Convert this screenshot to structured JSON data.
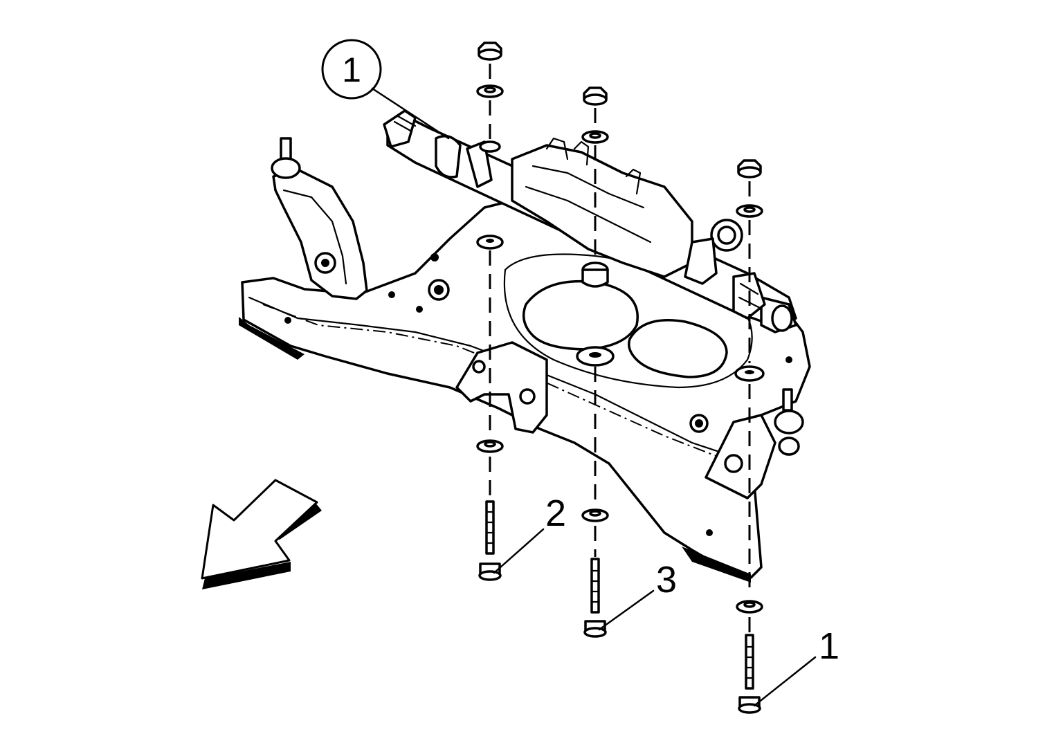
{
  "callouts": {
    "circled_label": "1",
    "label_1": "1",
    "label_2": "2",
    "label_3": "3"
  },
  "colors": {
    "line": "#000000",
    "background": "#ffffff"
  },
  "icons": {
    "direction": "front-direction-arrow-icon"
  }
}
